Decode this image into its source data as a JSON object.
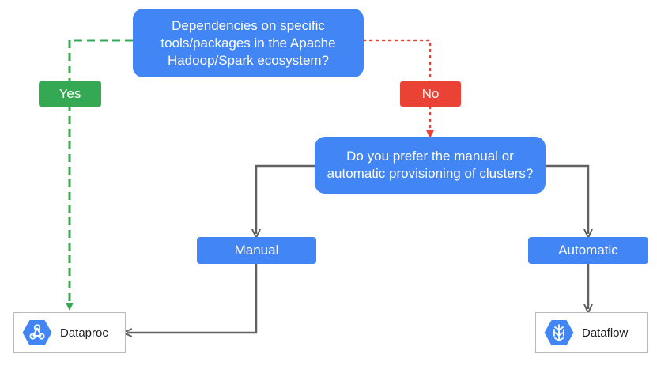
{
  "diagram": {
    "q1": "Dependencies on specific tools/packages in the Apache Hadoop/Spark ecosystem?",
    "yes_label": "Yes",
    "no_label": "No",
    "q2": "Do you prefer the manual or automatic provisioning of clusters?",
    "manual_label": "Manual",
    "automatic_label": "Automatic",
    "dataproc_label": "Dataproc",
    "dataflow_label": "Dataflow"
  },
  "colors": {
    "box_blue": "#4285f4",
    "yes_green": "#34a853",
    "no_red": "#ea4335",
    "connector_gray": "#616161"
  },
  "icons": {
    "dataproc": "dataproc-icon",
    "dataflow": "dataflow-icon"
  }
}
